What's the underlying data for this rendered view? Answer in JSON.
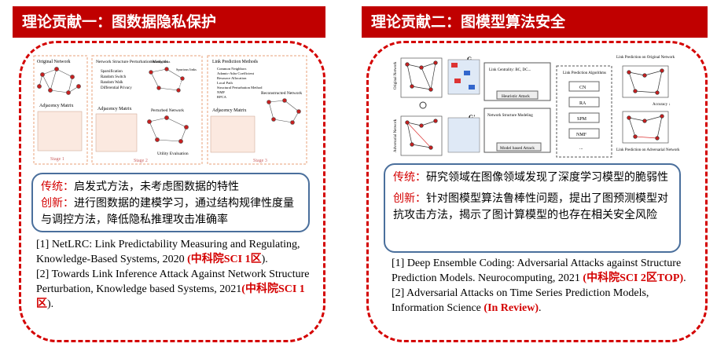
{
  "left": {
    "title": "理论贡献一：图数据隐私保护",
    "figure": {
      "col1_title": "Original Network",
      "col1_matrix": "Adjacency Matrix",
      "col1_stage": "Stage 1",
      "col2_title": "Network Structure Perturbation Methods",
      "col2_items": [
        "Sparsification",
        "Random Switch",
        "Random Walk",
        "Differential Privacy"
      ],
      "col2_label_missing": "Missing links",
      "col2_label_spurious": "Spurious links",
      "col2_matrix": "Adjacency Matrix",
      "col2_pert": "Perturbed Network",
      "col2_utility": "Utility Evaluation",
      "col2_stage": "Stage 2",
      "col3_title": "Link Prediction Methods",
      "col3_items": [
        "Common Neighbors",
        "Adamic-Adar Coefficient",
        "Resource Allocation",
        "Local Path",
        "Structural Perturbation Method",
        "NMF",
        "RPCA"
      ],
      "col3_recon": "Reconstructed Network",
      "col3_matrix": "Adjacency Matrix",
      "col3_stage": "Stage 3"
    },
    "callout": {
      "trad_label": "传统：",
      "trad_text": "启发式方法，未考虑图数据的特性",
      "innov_label": "创新：",
      "innov_text": "进行图数据的建模学习，通过结构规律性度量与调控方法，降低隐私推理攻击准确率"
    },
    "refs": [
      {
        "text": "[1] NetLRC: Link Predictability Measuring and Regulating, Knowledge-Based Systems, 2020 ",
        "highlight": "(中科院SCI 1区",
        "tail": ")."
      },
      {
        "text": "[2] Towards Link Inference Attack Against Network Structure Perturbation, Knowledge based Systems, 2021",
        "highlight": "(中科院SCI 1区",
        "tail": ")."
      }
    ]
  },
  "right": {
    "title": "理论贡献二：图模型算法安全",
    "figure": {
      "orig_net": "Original Network",
      "adv_net": "Adversarial Network",
      "g_label": "G",
      "g_prime": "G'",
      "heuristic_box": "Link Centrality: BC, DC...",
      "heuristic": "Heuristic Attack",
      "model_box": "Network Structure Modeling",
      "model": "Model based Attack",
      "algos_title": "Link Prediction Algorithms",
      "algos": [
        "CN",
        "RA",
        "SPM",
        "NMF",
        "..."
      ],
      "lp_orig": "Link Prediction on Original Network",
      "lp_adv": "Link Prediction on Adversarial Network",
      "accuracy": "Accuracy ↓"
    },
    "callout": {
      "trad_label": "传统：",
      "trad_text": "研究领域在图像领域发现了深度学习模型的脆弱性",
      "innov_label": "创新：",
      "innov_text": "针对图模型算法鲁棒性问题，提出了图预测模型对抗攻击方法，揭示了图计算模型的也存在相关安全风险"
    },
    "refs": [
      {
        "text": "[1] Deep Ensemble Coding: Adversarial Attacks against Structure Prediction Models. Neurocomputing, 2021 ",
        "highlight": "(中科院SCI 2区TOP)",
        "tail": "."
      },
      {
        "text": "[2] Adversarial Attacks on Time Series Prediction Models, Information Science ",
        "highlight": "(In Review)",
        "tail": "."
      }
    ]
  },
  "colors": {
    "banner": "#c00000",
    "dash": "#d40000",
    "callout_border": "#4a6f9c",
    "highlight": "#d40000"
  }
}
